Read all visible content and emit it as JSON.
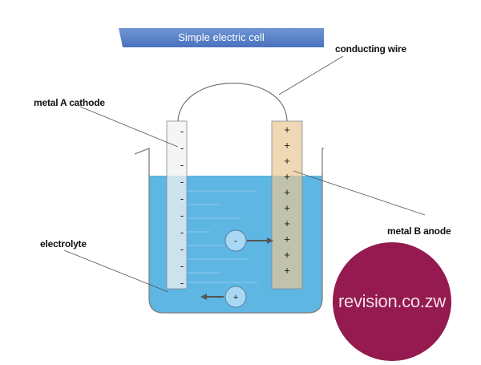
{
  "title": "Simple electric cell",
  "labels": {
    "conducting_wire": "conducting wire",
    "metal_a": "metal A cathode",
    "metal_b": "metal B anode",
    "electrolyte": "electrolyte"
  },
  "cathode_signs": [
    "-",
    "-",
    "-",
    "-",
    "-",
    "-",
    "-",
    "-",
    "-",
    "-"
  ],
  "anode_signs": [
    "+",
    "+",
    "+",
    "+",
    "+",
    "+",
    "+",
    "+",
    "+",
    "+"
  ],
  "ion_negative": "-",
  "ion_positive": "+",
  "logo_text": "revision.co.zw",
  "colors": {
    "title_bar": "#4a72bd",
    "electrolyte": "#4daee0",
    "cathode_metal": "#f2f2f2",
    "anode_metal": "#e9c894",
    "ion_fill": "#a8d8f4",
    "logo": "#941a50"
  },
  "icons": [
    "beaker-icon",
    "electrode-icon",
    "wire-icon",
    "ion-icon",
    "arrow-icon"
  ]
}
